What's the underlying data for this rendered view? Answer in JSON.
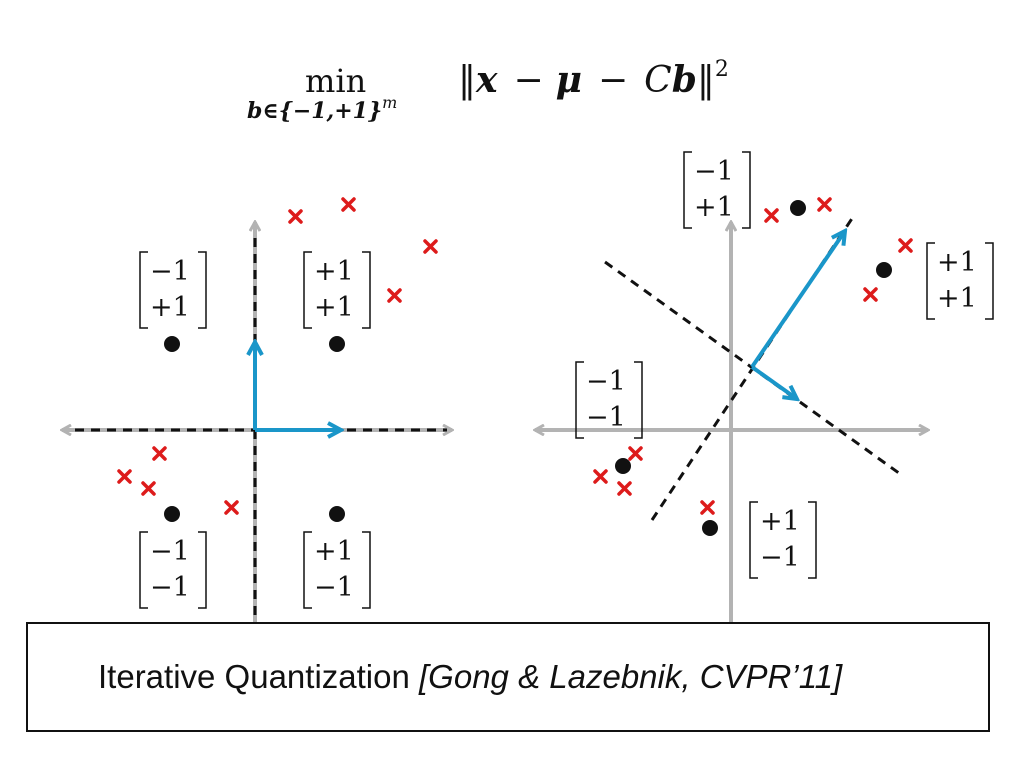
{
  "formula": {
    "min_word": "min",
    "subscript": "b∈{−1,+1}",
    "subscript_power": "m",
    "norm_open": "‖",
    "x": "x",
    "minus1": "−",
    "mu": "μ",
    "minus2": "−",
    "C": "C",
    "b": "b",
    "norm_close": "‖",
    "power": "2"
  },
  "quadrant_labels": {
    "neg_pos": [
      "−1",
      "+1"
    ],
    "pos_pos": [
      "+1",
      "+1"
    ],
    "neg_neg": [
      "−1",
      "−1"
    ],
    "pos_neg": [
      "+1",
      "−1"
    ]
  },
  "caption": {
    "title": "Iterative Quantization ",
    "citation": "[Gong & Lazebnik, CVPR’11]"
  },
  "colors": {
    "axis": "#b3b3b3",
    "arrow": "#1a96c9",
    "cross": "#dd1b1b",
    "dot": "#111111",
    "dashed": "#111111"
  },
  "icons": {
    "data_point": "cross-icon",
    "quantized_point": "dot-icon"
  }
}
